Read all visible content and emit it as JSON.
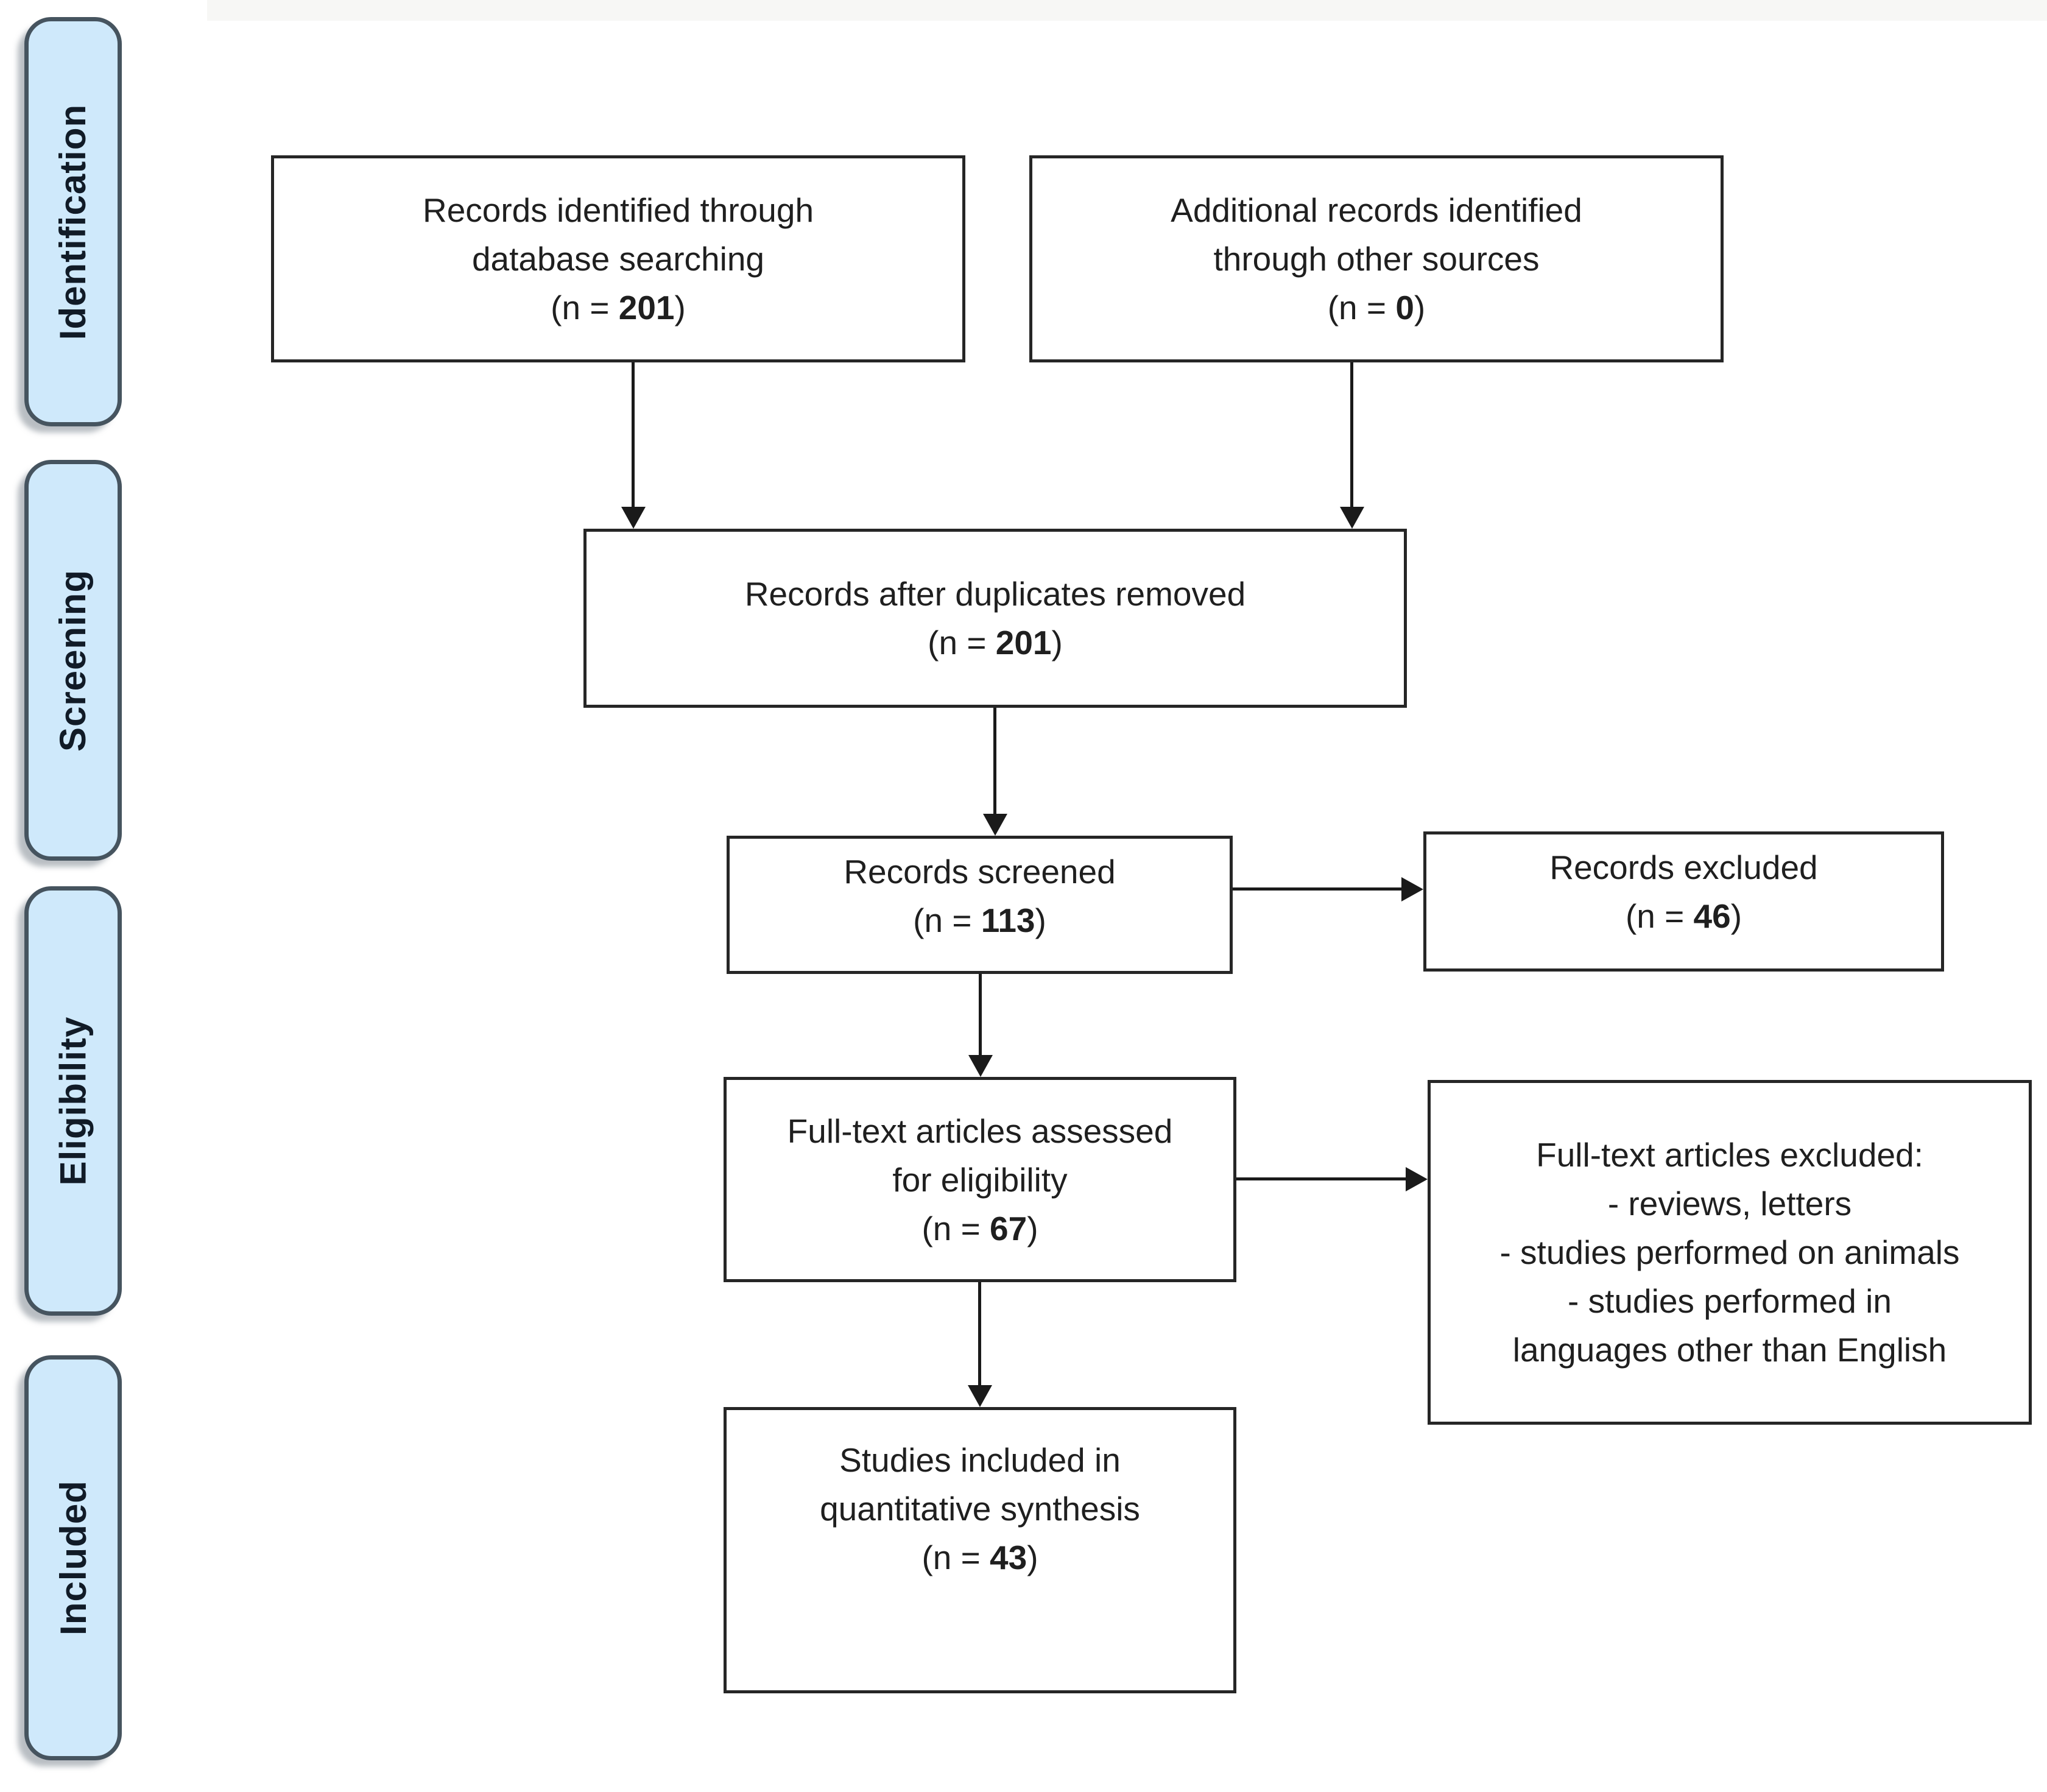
{
  "sidebar": {
    "labels": [
      "Identification",
      "Screening",
      "Eligibility",
      "Included"
    ]
  },
  "flow_boxes": {
    "records_identified": {
      "lines": [
        "Records identified through",
        "database searching"
      ],
      "n_prefix": "(n = ",
      "n_value": "201",
      "n_suffix": ")"
    },
    "additional_records": {
      "lines": [
        "Additional records identified",
        "through other sources"
      ],
      "n_prefix": "(n = ",
      "n_value": "0",
      "n_suffix": ")"
    },
    "after_duplicates": {
      "lines": [
        "Records after duplicates removed"
      ],
      "n_prefix": "(n = ",
      "n_value": "201",
      "n_suffix": ")"
    },
    "records_screened": {
      "lines": [
        "Records screened"
      ],
      "n_prefix": "(n = ",
      "n_value": "113",
      "n_suffix": ")"
    },
    "records_excluded": {
      "lines": [
        "Records excluded"
      ],
      "n_prefix": "(n = ",
      "n_value": "46",
      "n_suffix": ")"
    },
    "fulltext_assessed": {
      "lines": [
        "Full-text articles assessed",
        "for eligibility"
      ],
      "n_prefix": "(n = ",
      "n_value": "67",
      "n_suffix": ")"
    },
    "fulltext_excluded": {
      "lines": [
        "Full-text articles excluded:",
        "- reviews, letters",
        "- studies performed on animals",
        "- studies performed in",
        "languages other than English"
      ]
    },
    "studies_included": {
      "lines": [
        "Studies included in",
        "quantitative synthesis"
      ],
      "n_prefix": "(n = ",
      "n_value": "43",
      "n_suffix": ")"
    }
  },
  "colors": {
    "stage_fill": "#cfe9fb",
    "stage_border": "#46545f",
    "stage_text": "#111b27",
    "flow_box_border": "#262626",
    "arrow": "#1a1a1a",
    "text": "#1f1f1f",
    "background": "#ffffff"
  }
}
